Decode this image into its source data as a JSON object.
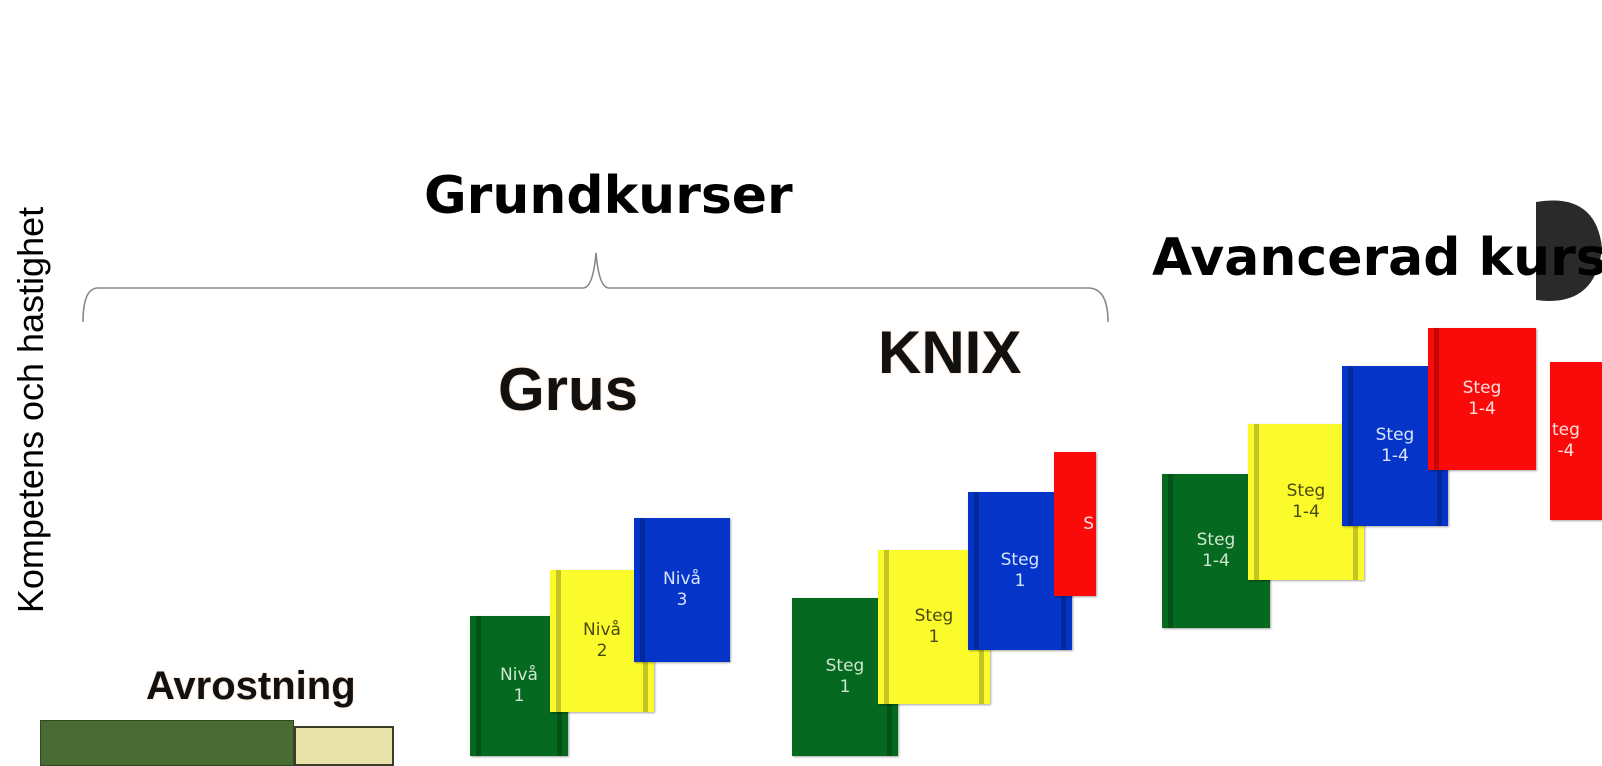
{
  "y_axis_label": "Kompetens och hastighet",
  "headings": {
    "grundkurser": "Grundkurser",
    "avancerad": "Avancerad kurs"
  },
  "sections": {
    "avrostning": "Avrostning",
    "grus": "Grus",
    "knix": "KNIX"
  },
  "grus_books": [
    {
      "label": "Nivå\n1",
      "color": "green"
    },
    {
      "label": "Nivå\n2",
      "color": "yellow"
    },
    {
      "label": "Nivå\n3",
      "color": "blue"
    }
  ],
  "knix_books": [
    {
      "label": "Steg\n1",
      "color": "green"
    },
    {
      "label": "Steg\n1",
      "color": "yellow"
    },
    {
      "label": "Steg\n1",
      "color": "blue"
    },
    {
      "label": "S",
      "color": "red"
    }
  ],
  "advanced_books": [
    {
      "label": "Steg\n1-4",
      "color": "green"
    },
    {
      "label": "Steg\n1-4",
      "color": "yellow"
    },
    {
      "label": "Steg\n1-4",
      "color": "blue"
    },
    {
      "label": "Steg\n1-4",
      "color": "red"
    },
    {
      "label": "teg\n-4",
      "color": "red"
    }
  ],
  "colors": {
    "green": "#05691f",
    "yellow": "#fbfb2c",
    "blue": "#0535c8",
    "red": "#fb0a0a",
    "avrostning_dark": "#4a6a34",
    "avrostning_light": "#e6e2a8",
    "brace": "#888888"
  }
}
